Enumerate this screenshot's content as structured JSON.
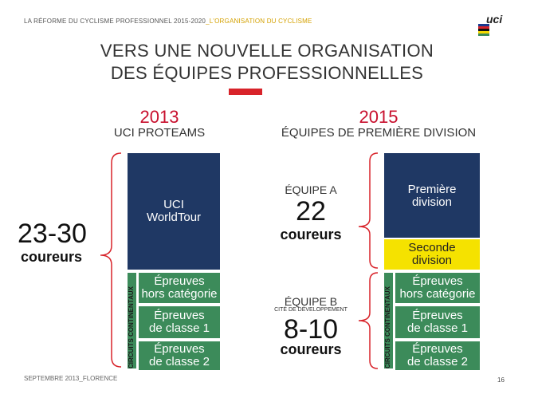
{
  "header": {
    "breadcrumb_main": "LA RÉFORME DU CYCLISME PROFESSIONNEL 2015-2020",
    "breadcrumb_accent": "_L'ORGANISATION DU CYCLISME",
    "logo_text": "uci",
    "logo_colors": [
      "#1a3a8f",
      "#d8232a",
      "#111111",
      "#f5d800",
      "#3c8b5a"
    ]
  },
  "title": {
    "line1": "VERS UNE NOUVELLE ORGANISATION",
    "line2": "DES ÉQUIPES PROFESSIONNELLES"
  },
  "left": {
    "year": "2013",
    "subtitle": "UCI PROTEAMS",
    "range": "23-30",
    "range_word": "coureurs",
    "worldtour_line1": "UCI",
    "worldtour_line2": "WorldTour",
    "circuits_label": "CIRCUITS CONTINENTAUX",
    "hc_line1": "Épreuves",
    "hc_line2": "hors catégorie",
    "c1_line1": "Épreuves",
    "c1_line2": "de classe 1",
    "c2_line1": "Épreuves",
    "c2_line2": "de classe 2"
  },
  "right": {
    "year": "2015",
    "subtitle": "ÉQUIPES DE PREMIÈRE DIVISION",
    "team_a_label": "ÉQUIPE A",
    "team_a_range": "22",
    "team_a_word": "coureurs",
    "team_b_label": "ÉQUIPE B",
    "team_b_sub": "CITÉ DE DÉVELOPPEMENT",
    "team_b_range": "8-10",
    "team_b_word": "coureurs",
    "premiere_line1": "Première",
    "premiere_line2": "division",
    "seconde_line1": "Seconde",
    "seconde_line2": "division",
    "circuits_label": "CIRCUITS CONTINENTAUX",
    "hc_line1": "Épreuves",
    "hc_line2": "hors catégorie",
    "c1_line1": "Épreuves",
    "c1_line2": "de classe 1",
    "c2_line1": "Épreuves",
    "c2_line2": "de classe 2"
  },
  "footer": {
    "text": "SEPTEMBRE 2013_FLORENCE",
    "page": "16"
  }
}
